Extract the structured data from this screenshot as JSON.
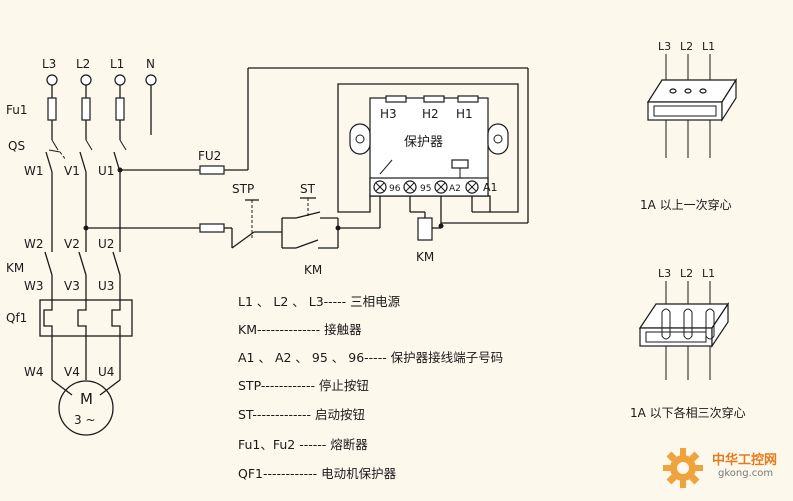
{
  "labels": {
    "L3": "L3",
    "L2": "L2",
    "L1": "L1",
    "N": "N",
    "Fu1": "Fu1",
    "QS": "QS",
    "W1": "W1",
    "V1": "V1",
    "U1": "U1",
    "W2": "W2",
    "V2": "V2",
    "U2": "U2",
    "KM_left": "KM",
    "W3": "W3",
    "V3": "V3",
    "U3": "U3",
    "Qf1": "Qf1",
    "W4": "W4",
    "V4": "V4",
    "U4": "U4",
    "motor_M": "M",
    "motor_3": "3 ~",
    "FU2": "FU2",
    "STP": "STP",
    "ST": "ST",
    "KM_contact": "KM",
    "KM_coil": "KM",
    "H3": "H3",
    "H2": "H2",
    "H1": "H1",
    "protector": "保护器",
    "t96": "96",
    "t95": "95",
    "tA2": "A2",
    "tA1": "A1",
    "ct1_L3": "L3",
    "ct1_L2": "L2",
    "ct1_L1": "L1",
    "ct2_L3": "L3",
    "ct2_L2": "L2",
    "ct2_L1": "L1"
  },
  "legend": [
    "L1 、 L2 、 L3----- 三相电源",
    "KM-------------- 接触器",
    "A1 、 A2 、 95 、 96----- 保护器接线端子号码",
    "STP------------ 停止按钮",
    "ST------------- 启动按钮",
    "Fu1、Fu2 ------ 熔断器",
    "QF1------------ 电动机保护器"
  ],
  "captions": {
    "above_1A": "1A 以上一次穿心",
    "below_1A": "1A 以下各相三次穿心"
  },
  "watermark": {
    "title": "中华工控网",
    "url": "gkong.com"
  },
  "colors": {
    "background": "#fdf8ec",
    "line": "#1a1a1a",
    "watermark": "#e87a1c"
  }
}
